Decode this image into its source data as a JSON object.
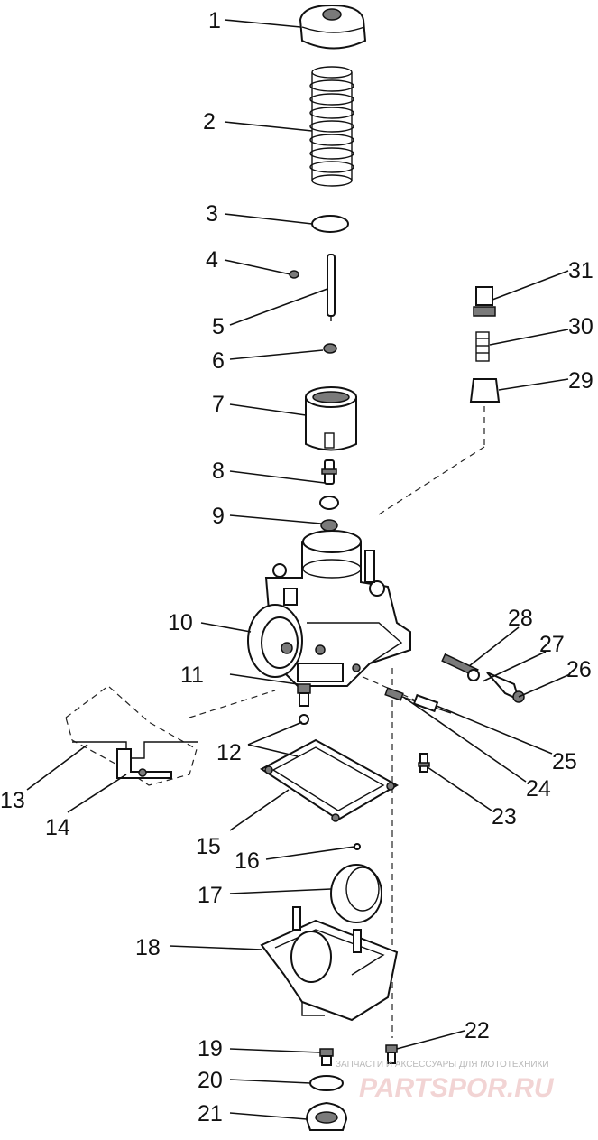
{
  "callouts": [
    "1",
    "2",
    "3",
    "4",
    "5",
    "6",
    "7",
    "8",
    "9",
    "10",
    "11",
    "12",
    "13",
    "14",
    "15",
    "16",
    "17",
    "18",
    "19",
    "20",
    "21",
    "22",
    "23",
    "24",
    "25",
    "26",
    "27",
    "28",
    "29",
    "30",
    "31"
  ],
  "watermark": {
    "tagline": "ЗАПЧАСТИ И АКСЕССУАРЫ ДЛЯ МОТОТЕХНИКИ",
    "brand": "PARTSPOR.RU"
  }
}
